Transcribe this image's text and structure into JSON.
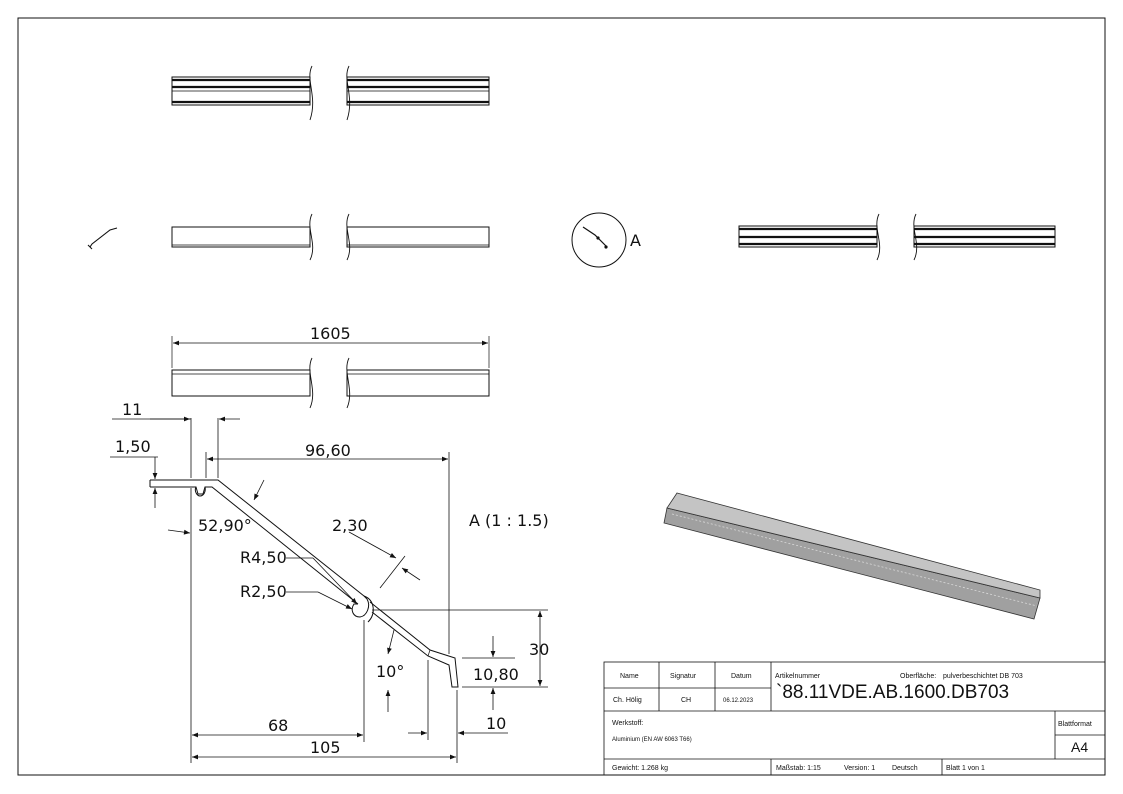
{
  "dimensions": {
    "length": "1605",
    "d11": "11",
    "d150": "1,50",
    "d9660": "96,60",
    "angle": "52,90°",
    "d230": "2,30",
    "r450": "R4,50",
    "r250": "R2,50",
    "d30": "30",
    "angle10": "10°",
    "d1080": "10,80",
    "d68": "68",
    "d105": "105",
    "d10": "10"
  },
  "views": {
    "detail_marker": "A",
    "detail_label": "A (1 : 1.5)"
  },
  "title_block": {
    "name_header": "Name",
    "signatur_header": "Signatur",
    "datum_header": "Datum",
    "name_value": "Ch. Hölig",
    "signatur_value": "CH",
    "datum_value": "06.12.2023",
    "artikel_label": "Artikelnummer",
    "oberflaeche_label": "Oberfläche:",
    "oberflaeche_value": "pulverbeschichtet DB 703",
    "artikelnummer": "`88.11VDE.AB.1600.DB703",
    "werkstoff_label": "Werkstoff:",
    "werkstoff_value": "Aluminium (EN AW 6063 T66)",
    "blattformat_label": "Blattformat",
    "blattformat_value": "A4",
    "gewicht": "Gewicht: 1.268 kg",
    "massstab": "Maßstab: 1:15",
    "version": "Version: 1",
    "sprache": "Deutsch",
    "blatt": "Blatt 1 von 1"
  }
}
